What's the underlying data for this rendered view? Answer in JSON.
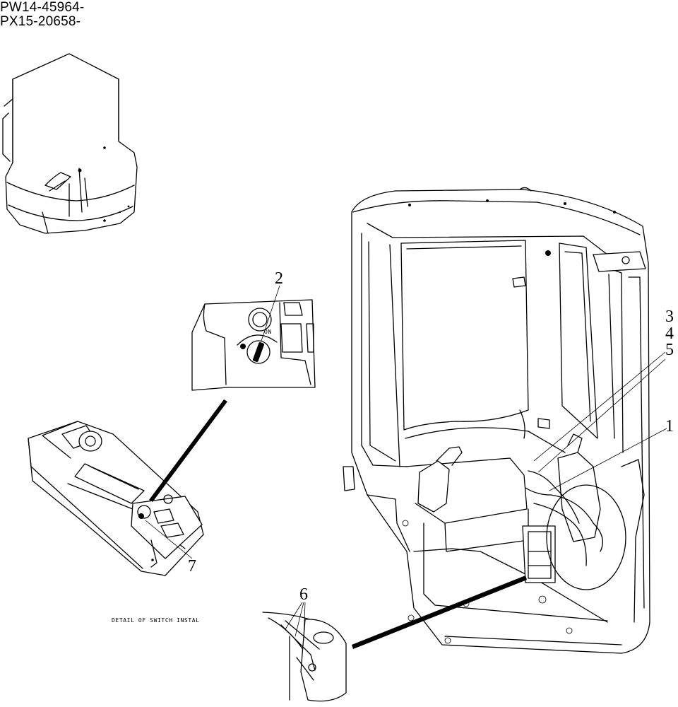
{
  "serial_ranges": [
    "PW14-45964-",
    "PX15-20658-"
  ],
  "callouts": {
    "c1": "1",
    "c2": "2",
    "c3": "3",
    "c4": "4",
    "c5": "5",
    "c6": "6",
    "c7": "7"
  },
  "caption": "DETAIL OF SWITCH INSTAL"
}
